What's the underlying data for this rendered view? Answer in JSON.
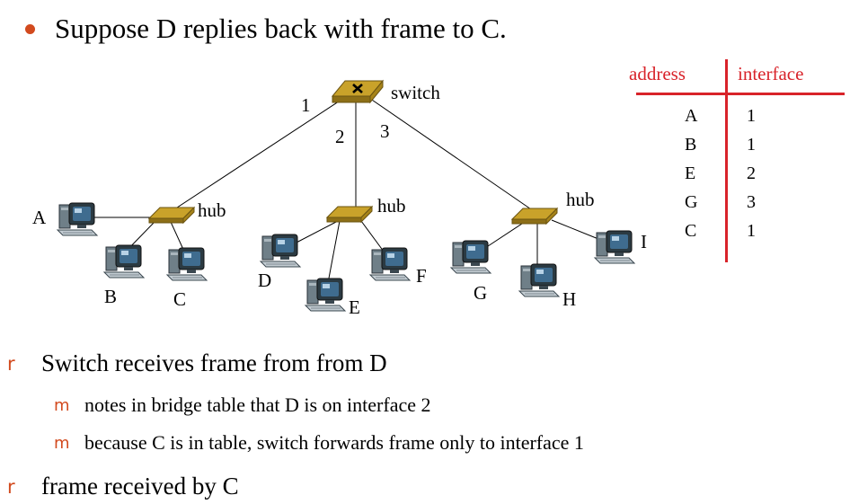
{
  "title": "Suppose D replies back with frame to C.",
  "diagram": {
    "switch_label": "switch",
    "hub_label": "hub",
    "ports": [
      "1",
      "2",
      "3"
    ],
    "hosts": [
      "A",
      "B",
      "C",
      "D",
      "E",
      "F",
      "G",
      "H",
      "I"
    ]
  },
  "table": {
    "headers": [
      "address",
      "interface"
    ],
    "rows": [
      [
        "A",
        "1"
      ],
      [
        "B",
        "1"
      ],
      [
        "E",
        "2"
      ],
      [
        "G",
        "3"
      ],
      [
        "C",
        "1"
      ]
    ]
  },
  "bullets": [
    {
      "marker": "r",
      "text": "Switch receives frame from from D"
    },
    {
      "marker": "m",
      "text": "notes in bridge table that D is on interface 2"
    },
    {
      "marker": "m",
      "text": "because C is in table, switch forwards frame only to interface 1"
    },
    {
      "marker": "r",
      "text": "frame received by C"
    }
  ],
  "colors": {
    "accent": "#d8232a",
    "bullet": "#d24a1e",
    "device": "#c9a22a"
  }
}
